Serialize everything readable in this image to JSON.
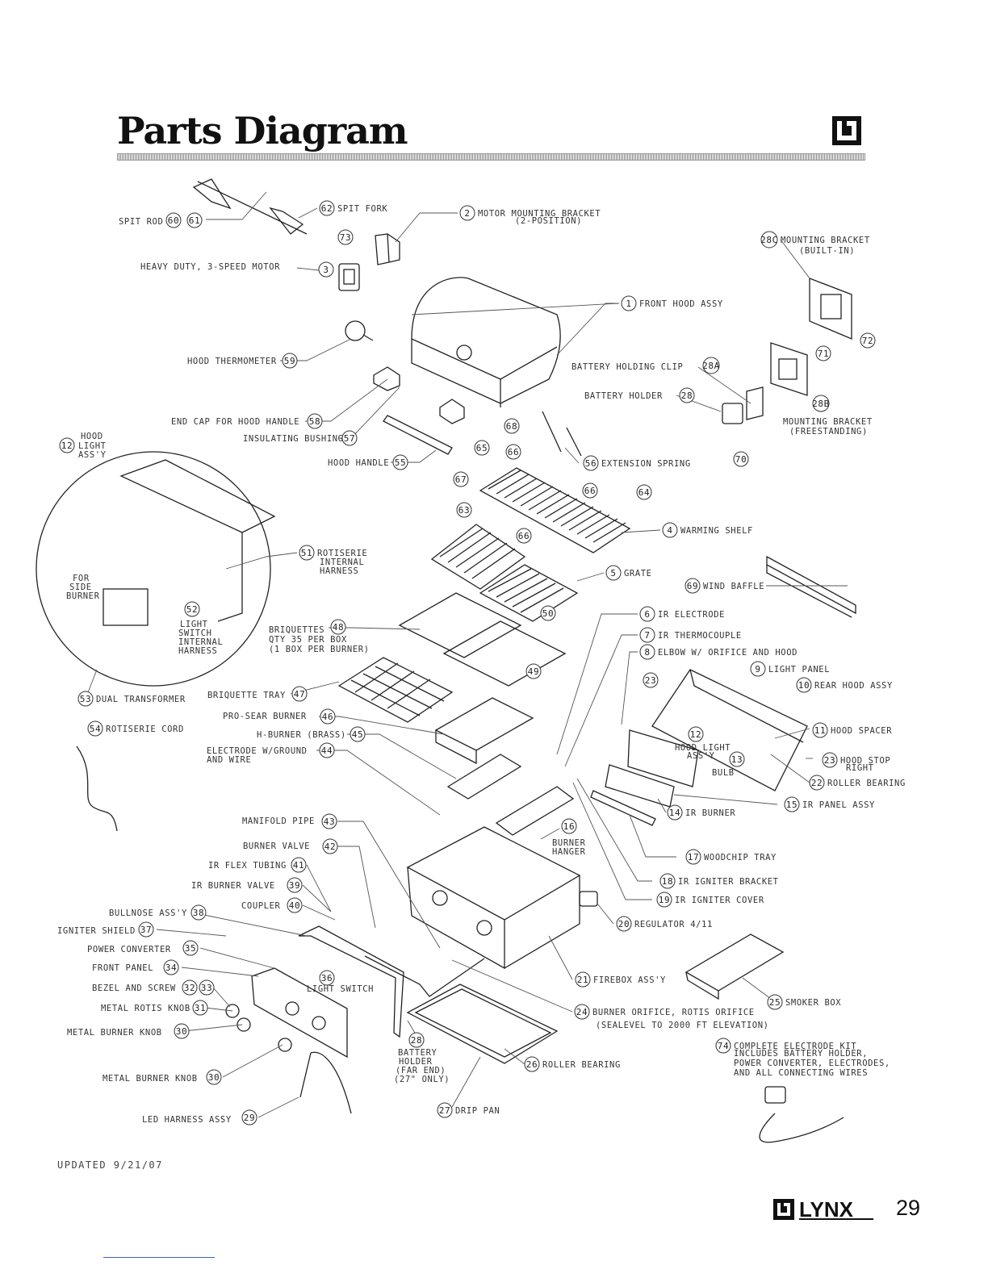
{
  "page": {
    "title": "Parts Diagram",
    "updated": "UPDATED  9/21/07",
    "page_number": "29",
    "brand": "LYNX"
  },
  "callouts": [
    {
      "id": "c60",
      "num": "60",
      "label": ""
    },
    {
      "id": "c61",
      "num": "61",
      "label": ""
    },
    {
      "id": "c62",
      "num": "62",
      "label": "SPIT FORK"
    },
    {
      "id": "c2",
      "num": "2",
      "label": "MOTOR MOUNTING BRACKET"
    },
    {
      "id": "c73",
      "num": "73",
      "label": ""
    },
    {
      "id": "c3",
      "num": "3",
      "label": ""
    },
    {
      "id": "c28c",
      "num": "28C",
      "label": "MOUNTING BRACKET"
    },
    {
      "id": "c72",
      "num": "72",
      "label": ""
    },
    {
      "id": "c71",
      "num": "71",
      "label": ""
    },
    {
      "id": "c1",
      "num": "1",
      "label": "FRONT HOOD ASSY"
    },
    {
      "id": "c59",
      "num": "59",
      "label": ""
    },
    {
      "id": "c28a",
      "num": "28A",
      "label": ""
    },
    {
      "id": "c28",
      "num": "28",
      "label": ""
    },
    {
      "id": "c28b",
      "num": "28B",
      "label": ""
    },
    {
      "id": "c58",
      "num": "58",
      "label": ""
    },
    {
      "id": "c57",
      "num": "57",
      "label": ""
    },
    {
      "id": "c68",
      "num": "68",
      "label": ""
    },
    {
      "id": "c70",
      "num": "70",
      "label": ""
    },
    {
      "id": "c12a",
      "num": "12",
      "label": ""
    },
    {
      "id": "c55",
      "num": "55",
      "label": ""
    },
    {
      "id": "c65",
      "num": "65",
      "label": ""
    },
    {
      "id": "c66a",
      "num": "66",
      "label": ""
    },
    {
      "id": "c56",
      "num": "56",
      "label": "EXTENSION SPRING"
    },
    {
      "id": "c67",
      "num": "67",
      "label": ""
    },
    {
      "id": "c66b",
      "num": "66",
      "label": ""
    },
    {
      "id": "c64",
      "num": "64",
      "label": ""
    },
    {
      "id": "c63",
      "num": "63",
      "label": ""
    },
    {
      "id": "c66c",
      "num": "66",
      "label": ""
    },
    {
      "id": "c4",
      "num": "4",
      "label": "WARMING SHELF"
    },
    {
      "id": "c51",
      "num": "51",
      "label": "ROTISERIE"
    },
    {
      "id": "c5",
      "num": "5",
      "label": "GRATE"
    },
    {
      "id": "c69",
      "num": "69",
      "label": "WIND BAFFLE"
    },
    {
      "id": "c52",
      "num": "52",
      "label": ""
    },
    {
      "id": "c48",
      "num": "48",
      "label": ""
    },
    {
      "id": "c50",
      "num": "50",
      "label": ""
    },
    {
      "id": "c6",
      "num": "6",
      "label": "IR ELECTRODE"
    },
    {
      "id": "c7",
      "num": "7",
      "label": "IR THERMOCOUPLE"
    },
    {
      "id": "c8",
      "num": "8",
      "label": "ELBOW W/ ORIFICE AND HOOD"
    },
    {
      "id": "c49",
      "num": "49",
      "label": ""
    },
    {
      "id": "c9",
      "num": "9",
      "label": "LIGHT PANEL"
    },
    {
      "id": "c23a",
      "num": "23",
      "label": ""
    },
    {
      "id": "c10",
      "num": "10",
      "label": "REAR HOOD ASSY"
    },
    {
      "id": "c53",
      "num": "53",
      "label": "DUAL TRANSFORMER"
    },
    {
      "id": "c47",
      "num": "47",
      "label": ""
    },
    {
      "id": "c46",
      "num": "46",
      "label": ""
    },
    {
      "id": "c54",
      "num": "54",
      "label": "ROTISERIE CORD"
    },
    {
      "id": "c11",
      "num": "11",
      "label": "HOOD SPACER"
    },
    {
      "id": "c45",
      "num": "45",
      "label": ""
    },
    {
      "id": "c12b",
      "num": "12",
      "label": ""
    },
    {
      "id": "c44",
      "num": "44",
      "label": ""
    },
    {
      "id": "c13",
      "num": "13",
      "label": ""
    },
    {
      "id": "c23b",
      "num": "23",
      "label": "HOOD STOP"
    },
    {
      "id": "c22",
      "num": "22",
      "label": "ROLLER BEARING"
    },
    {
      "id": "c15",
      "num": "15",
      "label": "IR PANEL ASSY"
    },
    {
      "id": "c14",
      "num": "14",
      "label": "IR BURNER"
    },
    {
      "id": "c43",
      "num": "43",
      "label": ""
    },
    {
      "id": "c16",
      "num": "16",
      "label": ""
    },
    {
      "id": "c42",
      "num": "42",
      "label": ""
    },
    {
      "id": "c17",
      "num": "17",
      "label": "WOODCHIP TRAY"
    },
    {
      "id": "c41",
      "num": "41",
      "label": ""
    },
    {
      "id": "c18",
      "num": "18",
      "label": "IR IGNITER BRACKET"
    },
    {
      "id": "c39",
      "num": "39",
      "label": ""
    },
    {
      "id": "c19",
      "num": "19",
      "label": "IR IGNITER COVER"
    },
    {
      "id": "c40",
      "num": "40",
      "label": ""
    },
    {
      "id": "c38",
      "num": "38",
      "label": ""
    },
    {
      "id": "c20",
      "num": "20",
      "label": "REGULATOR 4/11"
    },
    {
      "id": "c37",
      "num": "37",
      "label": ""
    },
    {
      "id": "c35",
      "num": "35",
      "label": ""
    },
    {
      "id": "c36",
      "num": "36",
      "label": ""
    },
    {
      "id": "c34",
      "num": "34",
      "label": ""
    },
    {
      "id": "c21",
      "num": "21",
      "label": "FIREBOX ASS'Y"
    },
    {
      "id": "c32",
      "num": "32",
      "label": ""
    },
    {
      "id": "c33",
      "num": "33",
      "label": ""
    },
    {
      "id": "c25",
      "num": "25",
      "label": "SMOKER BOX"
    },
    {
      "id": "c31",
      "num": "31",
      "label": ""
    },
    {
      "id": "c24",
      "num": "24",
      "label": "BURNER ORIFICE, ROTIS ORIFICE"
    },
    {
      "id": "c30a",
      "num": "30",
      "label": ""
    },
    {
      "id": "c28d",
      "num": "28",
      "label": ""
    },
    {
      "id": "c74",
      "num": "74",
      "label": "COMPLETE ELECTRODE KIT"
    },
    {
      "id": "c26",
      "num": "26",
      "label": "ROLLER BEARING"
    },
    {
      "id": "c30b",
      "num": "30",
      "label": ""
    },
    {
      "id": "c27",
      "num": "27",
      "label": "DRIP PAN"
    },
    {
      "id": "c29",
      "num": "29",
      "label": ""
    }
  ],
  "labels": {
    "spit_rod": "SPIT ROD",
    "motor": "HEAVY DUTY, 3-SPEED MOTOR",
    "motor_bracket_sub": "(2-POSITION)",
    "builtin": "(BUILT-IN)",
    "hood_thermometer": "HOOD THERMOMETER",
    "battery_clip": "BATTERY HOLDING CLIP",
    "battery_holder": "BATTERY HOLDER",
    "mount_freestanding_1": "MOUNTING BRACKET",
    "mount_freestanding_2": "(FREESTANDING)",
    "end_cap": "END CAP FOR HOOD HANDLE",
    "insulating_bushing": "INSULATING BUSHING",
    "hood_light_1": "HOOD",
    "hood_light_2": "LIGHT",
    "hood_light_3": "ASS'Y",
    "hood_handle": "HOOD HANDLE",
    "rotis_harness_2": "INTERNAL",
    "rotis_harness_3": "HARNESS",
    "side_burner_1": "FOR",
    "side_burner_2": "SIDE",
    "side_burner_3": "BURNER",
    "light_switch_1": "LIGHT",
    "light_switch_2": "SWITCH",
    "light_switch_3": "INTERNAL",
    "light_switch_4": "HARNESS",
    "briquettes_1": "BRIQUETTES",
    "briquettes_2": "QTY 35 PER BOX",
    "briquettes_3": "(1 BOX PER BURNER)",
    "briquette_tray": "BRIQUETTE TRAY",
    "pro_sear": "PRO-SEAR BURNER",
    "h_burner": "H-BURNER (BRASS)",
    "electrode_1": "ELECTRODE W/GROUND",
    "electrode_2": "AND WIRE",
    "hood_light_assy_1": "HOOD LIGHT",
    "hood_light_assy_2": "ASS'Y",
    "bulb": "BULB",
    "hood_stop_right": "RIGHT",
    "manifold_pipe": "MANIFOLD PIPE",
    "burner_hanger_1": "BURNER",
    "burner_hanger_2": "HANGER",
    "burner_valve": "BURNER VALVE",
    "ir_flex": "IR FLEX TUBING",
    "ir_burner_valve": "IR BURNER VALVE",
    "coupler": "COUPLER",
    "bullnose": "BULLNOSE ASS'Y",
    "igniter_shield": "IGNITER SHIELD",
    "power_converter": "POWER CONVERTER",
    "light_switch": "LIGHT SWITCH",
    "front_panel": "FRONT PANEL",
    "bezel": "BEZEL AND SCREW",
    "rotis_knob": "METAL ROTIS KNOB",
    "burner_knob_1": "METAL BURNER KNOB",
    "orifice_sub": "(SEALEVEL TO 2000 FT ELEVATION)",
    "battery_far_1": "BATTERY",
    "battery_far_2": "HOLDER",
    "battery_far_3": "(FAR END)",
    "battery_far_4": "(27\" ONLY)",
    "kit_2": "INCLUDES BATTERY HOLDER,",
    "kit_3": "POWER CONVERTER, ELECTRODES,",
    "kit_4": "AND ALL CONNECTING WIRES",
    "burner_knob_2": "METAL BURNER KNOB",
    "led_harness": "LED HARNESS ASSY"
  }
}
